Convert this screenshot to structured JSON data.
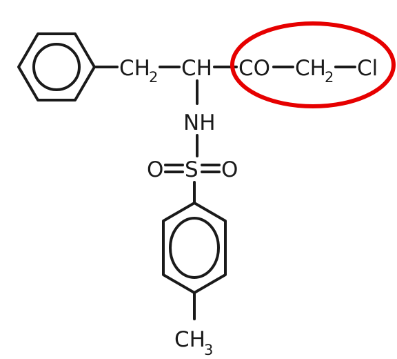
{
  "structure": {
    "ch2_main": "CH",
    "ch2_sub": "2",
    "ch": "CH",
    "co": "CO",
    "ch2b_main": "CH",
    "ch2b_sub": "2",
    "cl": "Cl",
    "nh": "NH",
    "o_left": "O",
    "s": "S",
    "o_right": "O",
    "ch3_main": "CH",
    "ch3_sub": "3"
  },
  "colors": {
    "highlight": "#e60000",
    "ink": "#1a1a1a"
  }
}
